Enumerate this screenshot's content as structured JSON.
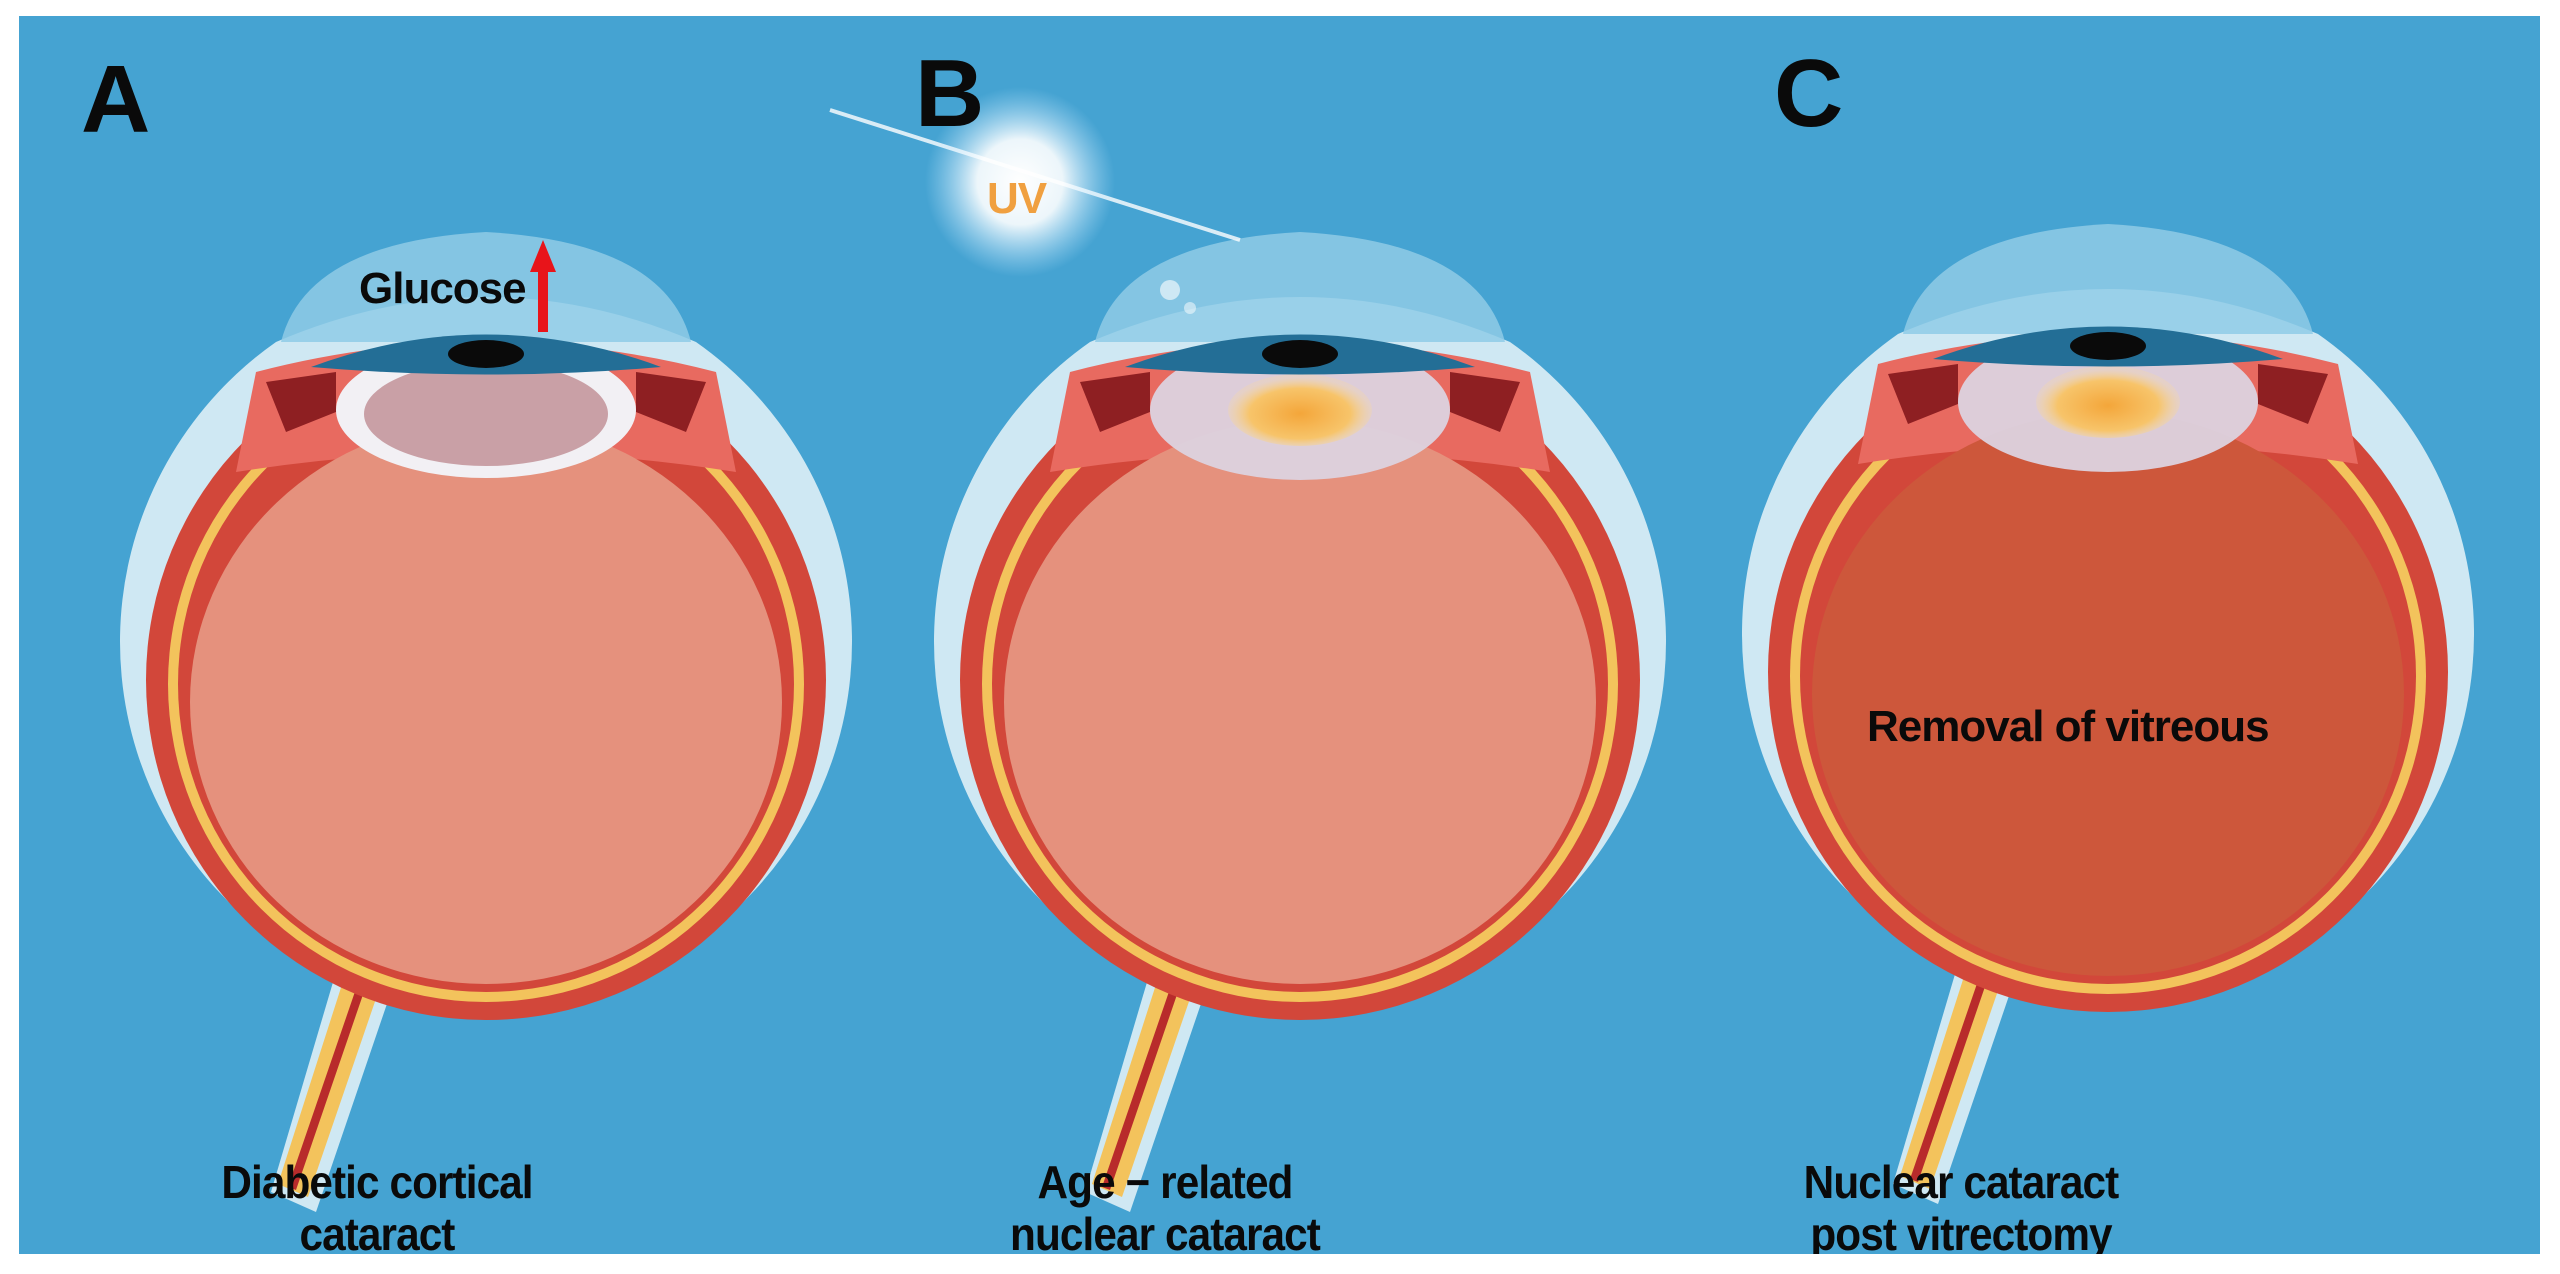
{
  "panels": [
    {
      "letter": "A",
      "caption_line1": "Diabetic cortical",
      "caption_line2": "cataract",
      "vitreous_color": "#e5917d",
      "lens": "cortical"
    },
    {
      "letter": "B",
      "caption_line1": "Age − related",
      "caption_line2": "nuclear cataract",
      "vitreous_color": "#e5917d",
      "lens": "nuclear"
    },
    {
      "letter": "C",
      "caption_line1": "Nuclear cataract",
      "caption_line2": "post vitrectomy",
      "vitreous_color": "#cd573b",
      "lens": "nuclear"
    }
  ],
  "annotations": {
    "glucose": "Glucose",
    "uv": "UV",
    "vitreous_removal": "Removal of vitreous"
  },
  "colors": {
    "background": "#45a3d2",
    "arrow": "#e8141a",
    "uv_text": "#f0a040"
  }
}
